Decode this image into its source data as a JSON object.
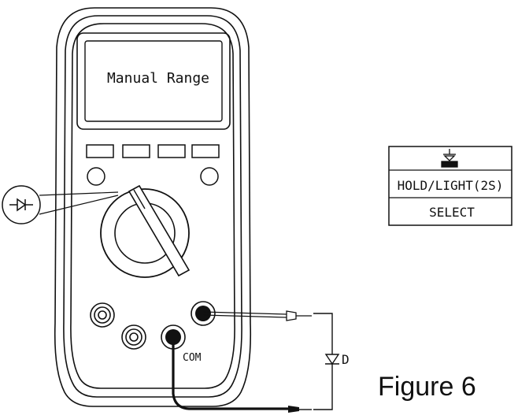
{
  "lcd": {
    "text": "Manual Range"
  },
  "terminals": {
    "com_label": "COM"
  },
  "component": {
    "label": "D",
    "icon": "diode-icon"
  },
  "callout": {
    "icon": "diode-icon"
  },
  "panel": {
    "icon": "diode-ground-icon",
    "row_hold": "HOLD/LIGHT(2S)",
    "row_select": "SELECT"
  },
  "figure": {
    "caption": "Figure 6"
  }
}
